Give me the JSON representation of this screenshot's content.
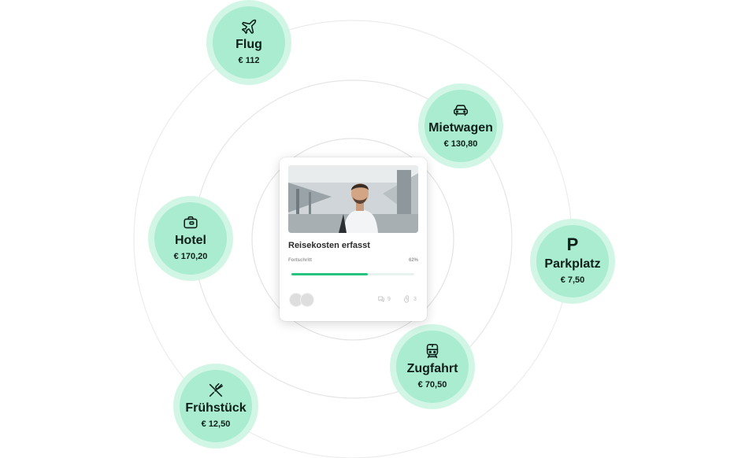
{
  "categories": [
    {
      "icon": "plane-icon",
      "label": "Flug",
      "price": "€ 112"
    },
    {
      "icon": "car-icon",
      "label": "Mietwagen",
      "price": "€ 130,80"
    },
    {
      "icon": "suitcase-icon",
      "label": "Hotel",
      "price": "€ 170,20"
    },
    {
      "icon": "parking-icon",
      "icon_text": "P",
      "label": "Parkplatz",
      "price": "€ 7,50"
    },
    {
      "icon": "train-icon",
      "label": "Zugfahrt",
      "price": "€ 70,50"
    },
    {
      "icon": "cutlery-icon",
      "label": "Frühstück",
      "price": "€ 12,50"
    }
  ],
  "card": {
    "title": "Reisekosten erfasst",
    "progress_label": "Fortschritt",
    "progress_text": "62%",
    "progress": 0.62,
    "comments_count": "9",
    "attachments_count": "3"
  },
  "colors": {
    "bubble": "#a9ecd0",
    "bubble_halo": "#d2f6e6",
    "progress_fill": "#27c47f",
    "orbit": "#e3e3e3"
  }
}
